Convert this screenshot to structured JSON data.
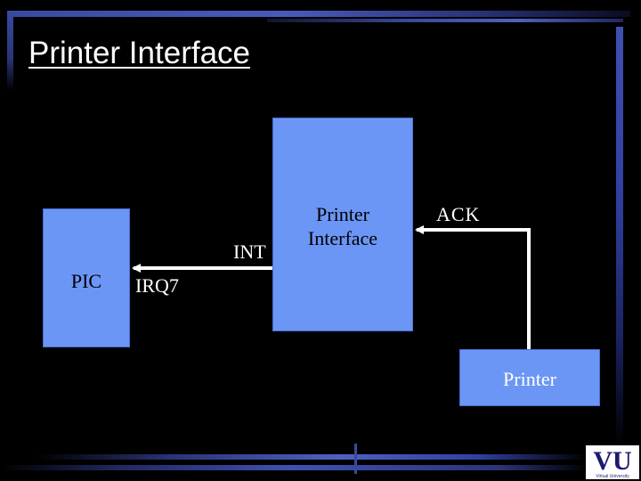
{
  "slide": {
    "title": "Printer Interface"
  },
  "diagram": {
    "blocks": {
      "pic": "PIC",
      "printer_interface": [
        "Printer",
        "Interface"
      ],
      "printer": "Printer"
    },
    "signals": {
      "int": "INT",
      "irq7": "IRQ7",
      "ack": "ACK"
    },
    "connections": [
      {
        "from": "Printer Interface",
        "to": "PIC",
        "label": "IRQ7"
      },
      {
        "from": "Printer",
        "to": "Printer Interface",
        "label": "ACK"
      }
    ]
  },
  "logo": {
    "text": "VU",
    "caption": "Virtual University"
  },
  "colors": {
    "background": "#000000",
    "block_fill": "#6b96f5",
    "accent_bar": "#4050b0",
    "wire": "#ffffff"
  }
}
